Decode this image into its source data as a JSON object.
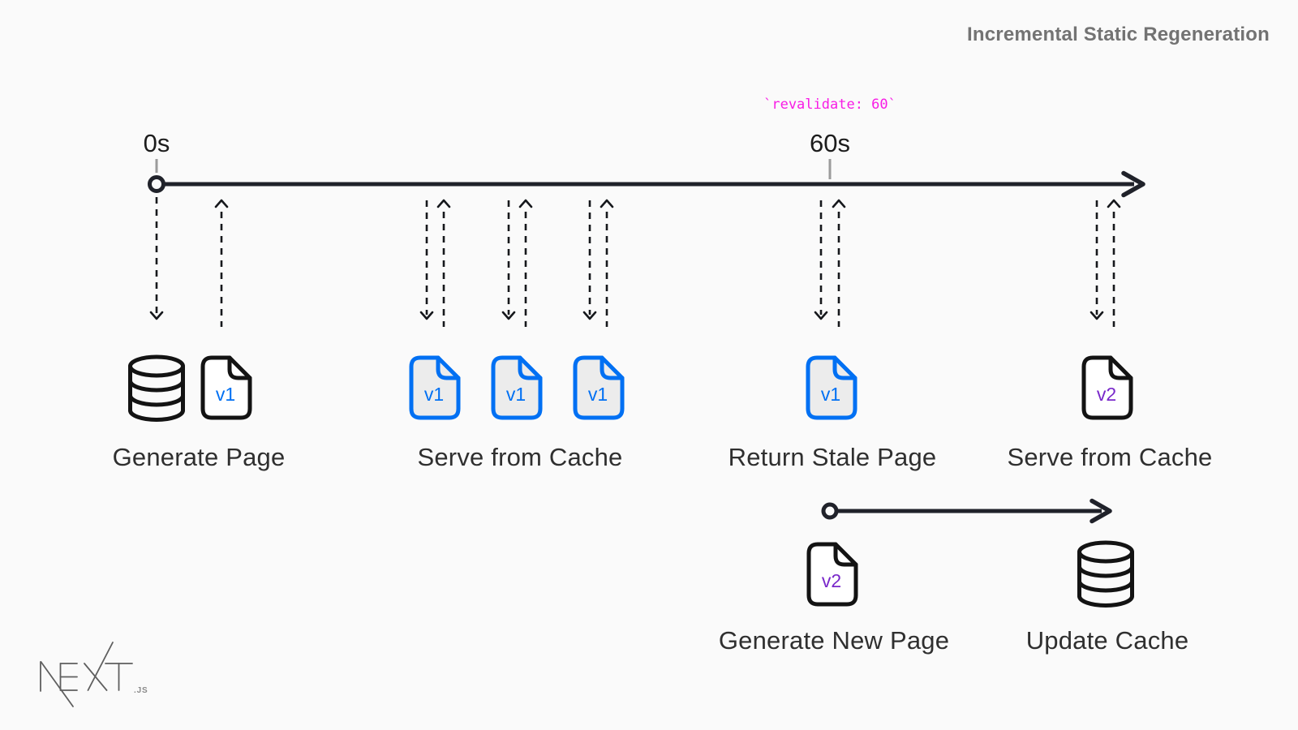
{
  "title": "Incremental Static Regeneration",
  "timeline": {
    "start": "0s",
    "end": "60s",
    "annotation": "`revalidate: 60`"
  },
  "labels": {
    "generate_page": "Generate Page",
    "serve_from_cache_1": "Serve from Cache",
    "return_stale_page": "Return Stale Page",
    "serve_from_cache_2": "Serve from Cache",
    "generate_new_page": "Generate New Page",
    "update_cache": "Update Cache"
  },
  "versions": {
    "generate_doc": "v1",
    "cache_doc_1": "v1",
    "cache_doc_2": "v1",
    "cache_doc_3": "v1",
    "stale_doc": "v1",
    "serve2_doc": "v2",
    "new_page_doc": "v2"
  },
  "logo": {
    "label": "NEXT.JS",
    "suffix": ".JS"
  },
  "colors": {
    "background": "#fafafa",
    "blue": "#0070f3",
    "purple": "#7928ca",
    "pink": "#f81ce5",
    "line": "#20222a"
  }
}
